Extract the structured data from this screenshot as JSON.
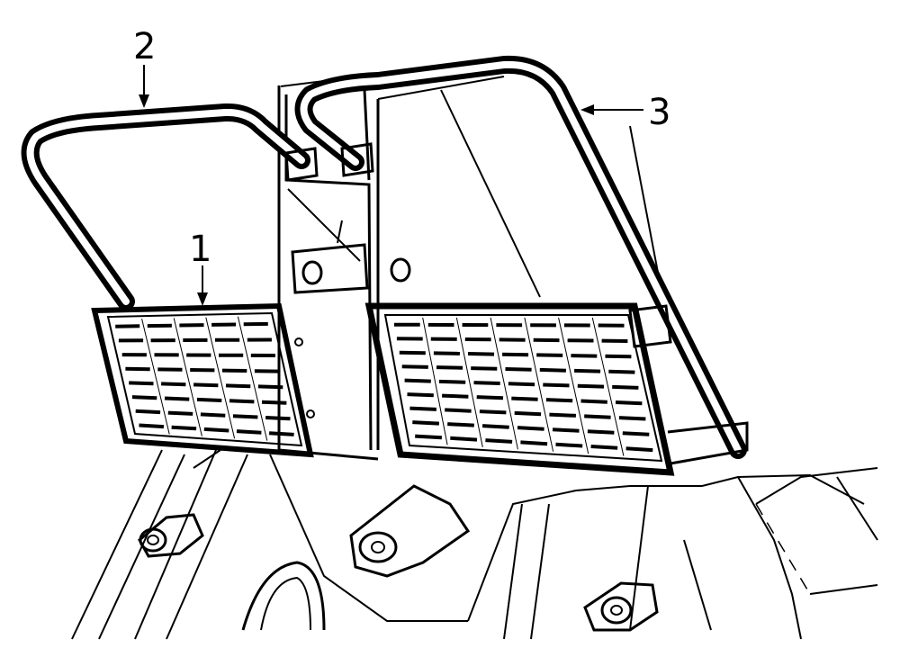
{
  "figure": {
    "callouts": [
      {
        "label": "1",
        "part": "step"
      },
      {
        "label": "2",
        "part": "handrail-left"
      },
      {
        "label": "3",
        "part": "handrail-right"
      }
    ]
  }
}
